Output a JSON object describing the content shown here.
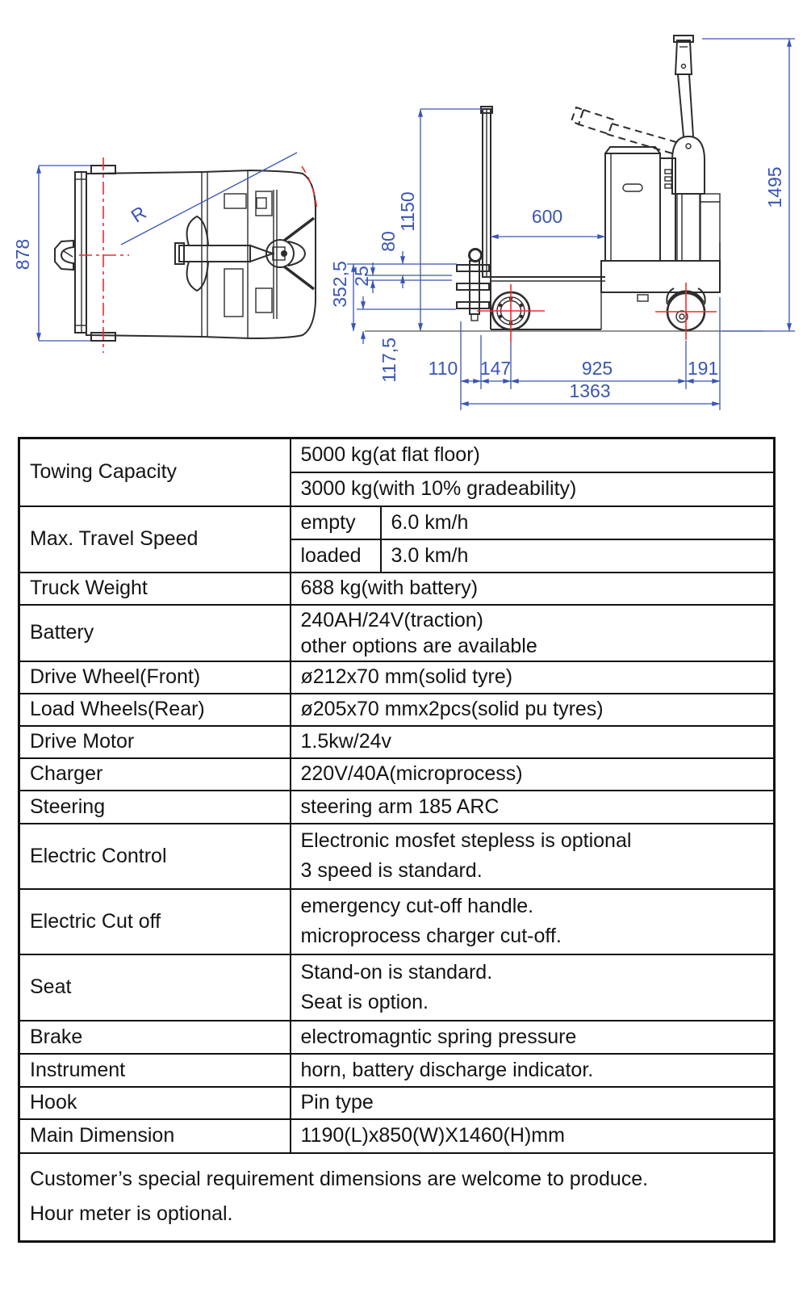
{
  "drawing": {
    "colors": {
      "dimension": "#3a55b5",
      "centerline": "#ee2b2b",
      "outline": "#2d2d2d"
    },
    "top_view": {
      "overall_width": "878",
      "radius_label": "R"
    },
    "side_view": {
      "mast_height": "1150",
      "hook_top": "80",
      "hook_gap": "25",
      "hook_height": "352,5",
      "pin_height": "117,5",
      "rear_overhang": "110",
      "hook_to_wheel": "147",
      "wheelbase": "925",
      "front_overhang": "191",
      "overall_length": "1363",
      "platform_length": "600",
      "overall_height": "1495"
    }
  },
  "table": {
    "towing": {
      "label": "Towing Capacity",
      "value1": "5000 kg(at flat floor)",
      "value2": "3000 kg(with 10% gradeability)"
    },
    "speed": {
      "label": "Max. Travel Speed",
      "empty_label": "empty",
      "empty_value": "6.0 km/h",
      "loaded_label": "loaded",
      "loaded_value": "3.0 km/h"
    },
    "truck_weight": {
      "label": "Truck Weight",
      "value": "688 kg(with battery)"
    },
    "battery": {
      "label": "Battery",
      "line1": "240AH/24V(traction)",
      "line2": "other options are available"
    },
    "drive_wheel": {
      "label": "Drive Wheel(Front)",
      "value": "ø212x70 mm(solid tyre)"
    },
    "load_wheels": {
      "label": "Load Wheels(Rear)",
      "value": "ø205x70 mmx2pcs(solid pu tyres)"
    },
    "drive_motor": {
      "label": "Drive Motor",
      "value": "1.5kw/24v"
    },
    "charger": {
      "label": "Charger",
      "value": "220V/40A(microprocess)"
    },
    "steering": {
      "label": "Steering",
      "value": "steering arm 185 ARC"
    },
    "electric_control": {
      "label": "Electric Control",
      "line1": "Electronic mosfet stepless is optional",
      "line2": "3 speed is standard."
    },
    "electric_cutoff": {
      "label": "Electric Cut off",
      "line1": "emergency cut-off handle.",
      "line2": "microprocess charger cut-off."
    },
    "seat": {
      "label": "Seat",
      "line1": "Stand-on is standard.",
      "line2": "Seat is option."
    },
    "brake": {
      "label": "Brake",
      "value": "electromagntic spring pressure"
    },
    "instrument": {
      "label": "Instrument",
      "value": "horn, battery discharge indicator."
    },
    "hook": {
      "label": "Hook",
      "value": "Pin type"
    },
    "main_dimension": {
      "label": "Main Dimension",
      "value": "1190(L)x850(W)X1460(H)mm"
    },
    "footer": {
      "line1": "Customer’s special requirement dimensions are welcome to produce.",
      "line2": "Hour meter is optional."
    }
  }
}
